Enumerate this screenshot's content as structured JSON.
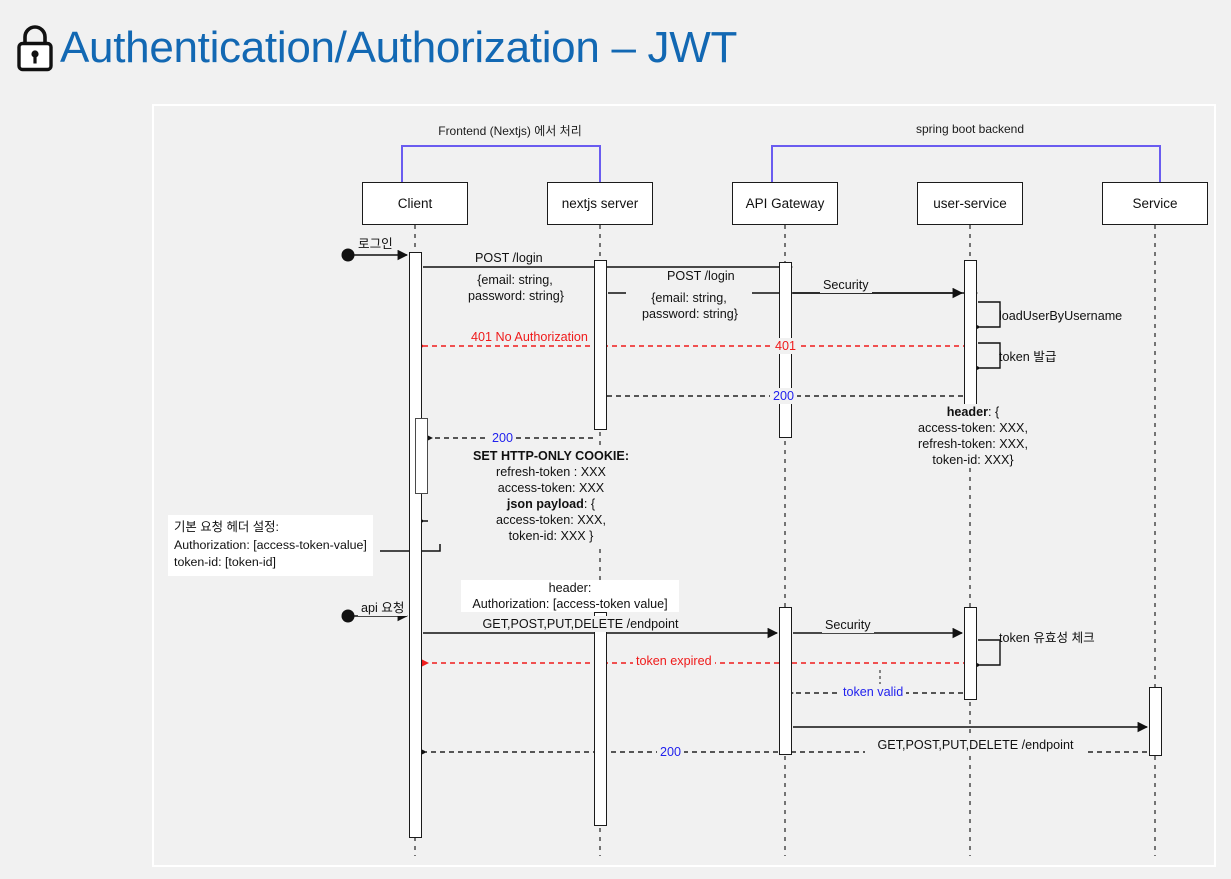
{
  "header": {
    "icon": "lock-icon",
    "title": "Authentication/Authorization – JWT",
    "title_color": "#1268b3"
  },
  "diagram": {
    "type": "sequence-diagram",
    "groups": [
      {
        "label": "Frontend (Nextjs) 에서 처리",
        "color": "#6a5cf0",
        "members": [
          "Client",
          "nextjs server"
        ]
      },
      {
        "label": "spring boot backend",
        "color": "#6a5cf0",
        "members": [
          "API Gateway",
          "user-service",
          "Service"
        ]
      }
    ],
    "actors": [
      {
        "name": "Client"
      },
      {
        "name": "nextjs server"
      },
      {
        "name": "API Gateway"
      },
      {
        "name": "user-service"
      },
      {
        "name": "Service"
      }
    ],
    "messages": [
      {
        "id": "m1",
        "label": "로그인",
        "from": "start",
        "to": "Client",
        "style": "solid",
        "color": "#111"
      },
      {
        "id": "m2",
        "label": "POST /login",
        "from": "Client",
        "to": "nextjs server",
        "style": "solid",
        "color": "#111"
      },
      {
        "id": "m3",
        "label": "{email: string,",
        "label2": "password: string}",
        "from": "Client",
        "to": "nextjs server",
        "style": "note",
        "color": "#111"
      },
      {
        "id": "m4",
        "label": "POST /login",
        "from": "nextjs server",
        "to": "API Gateway",
        "style": "solid",
        "color": "#111"
      },
      {
        "id": "m5",
        "label": "{email: string,",
        "label2": "password: string}",
        "from": "nextjs server",
        "to": "API Gateway",
        "style": "note",
        "color": "#111"
      },
      {
        "id": "m6",
        "label": "Security",
        "from": "API Gateway",
        "to": "user-service",
        "style": "solid",
        "color": "#111"
      },
      {
        "id": "m7",
        "label": "loadUserByUsername",
        "from": "user-service",
        "to": "user-service",
        "style": "self",
        "color": "#111"
      },
      {
        "id": "m8",
        "label": "401 No Authorization",
        "from": "user-service",
        "to": "Client",
        "style": "dashed",
        "color": "#ef1b1b"
      },
      {
        "id": "m9",
        "label": "401",
        "from": "user-service",
        "to": "Client",
        "style": "dashed-mid",
        "color": "#ef1b1b"
      },
      {
        "id": "m10",
        "label": "token 발급",
        "from": "user-service",
        "to": "user-service",
        "style": "self",
        "color": "#111"
      },
      {
        "id": "m11",
        "label": "200",
        "from": "user-service",
        "to": "nextjs server",
        "style": "dashed",
        "color": "#2222ee"
      },
      {
        "id": "m12",
        "label": "header: {",
        "bold_prefix": "header",
        "from": "user-service",
        "to": "nextjs server",
        "style": "note",
        "color": "#111"
      },
      {
        "id": "m13",
        "label": "access-token: XXX,",
        "style": "note"
      },
      {
        "id": "m14",
        "label": "refresh-token: XXX,",
        "style": "note"
      },
      {
        "id": "m15",
        "label": "token-id: XXX}",
        "style": "note"
      },
      {
        "id": "m16",
        "label": "200",
        "from": "nextjs server",
        "to": "Client",
        "style": "dashed",
        "color": "#2222ee"
      },
      {
        "id": "m17",
        "label": "SET HTTP-ONLY COOKIE:",
        "style": "note-bold"
      },
      {
        "id": "m18",
        "label": "refresh-token : XXX",
        "style": "note"
      },
      {
        "id": "m19",
        "label": "access-token: XXX",
        "style": "note"
      },
      {
        "id": "m20",
        "label": "json payload: {",
        "bold_prefix": "json payload",
        "style": "note"
      },
      {
        "id": "m21",
        "label": "access-token: XXX,",
        "style": "note"
      },
      {
        "id": "m22",
        "label": "token-id: XXX }",
        "style": "note"
      },
      {
        "id": "m23",
        "label": "api 요청",
        "from": "start",
        "to": "Client",
        "style": "solid",
        "color": "#111"
      },
      {
        "id": "m24",
        "label": "header:",
        "style": "note"
      },
      {
        "id": "m25",
        "label": "Authorization: [access-token value]",
        "style": "note"
      },
      {
        "id": "m26",
        "label": "GET,POST,PUT,DELETE /endpoint",
        "from": "Client",
        "to": "API Gateway",
        "style": "solid",
        "color": "#111"
      },
      {
        "id": "m27",
        "label": "Security",
        "from": "API Gateway",
        "to": "user-service",
        "style": "solid",
        "color": "#111"
      },
      {
        "id": "m28",
        "label": "token 유효성 체크",
        "from": "user-service",
        "to": "user-service",
        "style": "self",
        "color": "#111"
      },
      {
        "id": "m29",
        "label": "token expired",
        "from": "user-service",
        "to": "Client",
        "style": "dashed",
        "color": "#ef1b1b"
      },
      {
        "id": "m30",
        "label": "token valid",
        "from": "user-service",
        "to": "API Gateway",
        "style": "dashed",
        "color": "#2222ee"
      },
      {
        "id": "m31",
        "label": "GET,POST,PUT,DELETE /endpoint",
        "from": "API Gateway",
        "to": "Service",
        "style": "solid",
        "color": "#111"
      },
      {
        "id": "m32",
        "label": "200",
        "from": "Service",
        "to": "Client",
        "style": "dashed",
        "color": "#2222ee"
      }
    ],
    "notes": [
      {
        "id": "n1",
        "line1": "기본 요청 헤더 설정:",
        "line2": "Authorization:  [access-token-value]",
        "line3": "token-id: [token-id]"
      }
    ]
  }
}
